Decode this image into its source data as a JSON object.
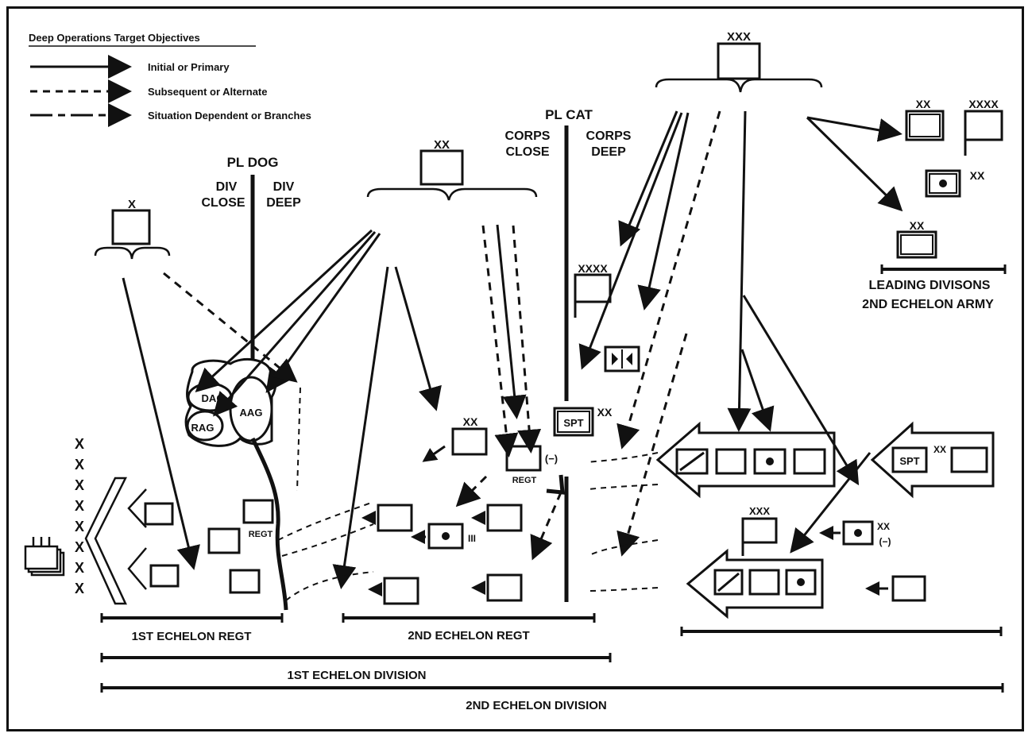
{
  "legend": {
    "title": "Deep Operations Target Objectives",
    "items": [
      {
        "label": "Initial or Primary",
        "style": "solid"
      },
      {
        "label": "Subsequent or Alternate",
        "style": "dashed"
      },
      {
        "label": "Situation Dependent or Branches",
        "style": "dash-dot"
      }
    ]
  },
  "phase_lines": {
    "dog": {
      "label": "PL DOG",
      "left": "DIV\nCLOSE",
      "right": "DIV\nDEEP"
    },
    "cat": {
      "label": "PL CAT",
      "left": "CORPS\nCLOSE",
      "right": "CORPS\nDEEP"
    }
  },
  "echelon_marks": {
    "brigade": "X",
    "division": "XX",
    "corps": "XXX",
    "army": "XXXX",
    "regiment_short": "REGT",
    "reduced": "(−)",
    "battalion": "III",
    "support": "SPT"
  },
  "arty_groups": {
    "dag": "DAG",
    "aag": "AAG",
    "rag": "RAG"
  },
  "brackets": {
    "first_echelon_regt": "1ST ECHELON REGT",
    "second_echelon_regt": "2ND ECHELON REGT",
    "first_echelon_division": "1ST ECHELON DIVISION",
    "second_echelon_division": "2ND ECHELON DIVISION",
    "leading_divisions": "LEADING DIVISONS",
    "second_echelon_army": "2ND ECHELON ARMY"
  },
  "colors": {
    "ink": "#111111",
    "paper": "#ffffff"
  }
}
